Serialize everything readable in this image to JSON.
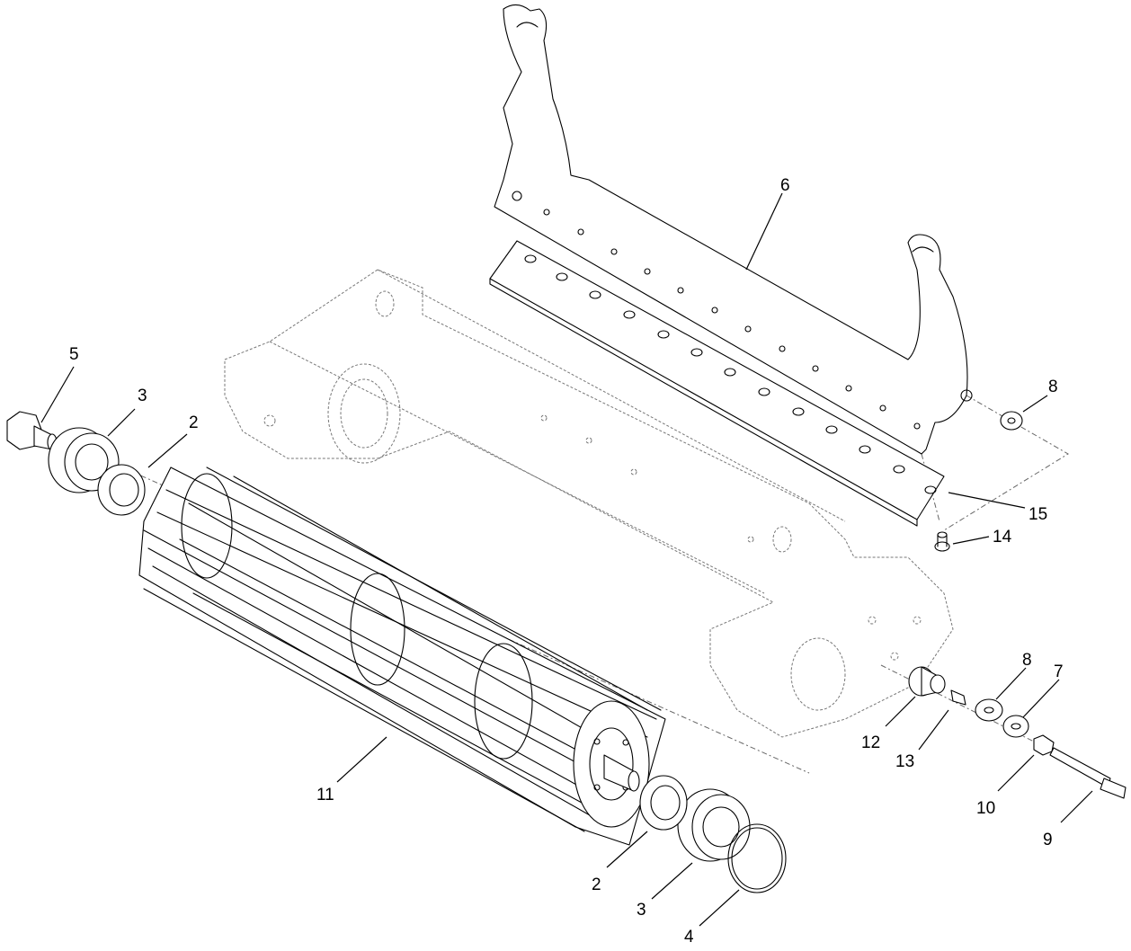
{
  "callouts": [
    {
      "id": "c5",
      "label": "5"
    },
    {
      "id": "c3a",
      "label": "3"
    },
    {
      "id": "c2a",
      "label": "2"
    },
    {
      "id": "c6",
      "label": "6"
    },
    {
      "id": "c8a",
      "label": "8"
    },
    {
      "id": "c15",
      "label": "15"
    },
    {
      "id": "c14",
      "label": "14"
    },
    {
      "id": "c8b",
      "label": "8"
    },
    {
      "id": "c7",
      "label": "7"
    },
    {
      "id": "c12",
      "label": "12"
    },
    {
      "id": "c13",
      "label": "13"
    },
    {
      "id": "c10",
      "label": "10"
    },
    {
      "id": "c9",
      "label": "9"
    },
    {
      "id": "c11",
      "label": "11"
    },
    {
      "id": "c2b",
      "label": "2"
    },
    {
      "id": "c3b",
      "label": "3"
    },
    {
      "id": "c4",
      "label": "4"
    }
  ]
}
